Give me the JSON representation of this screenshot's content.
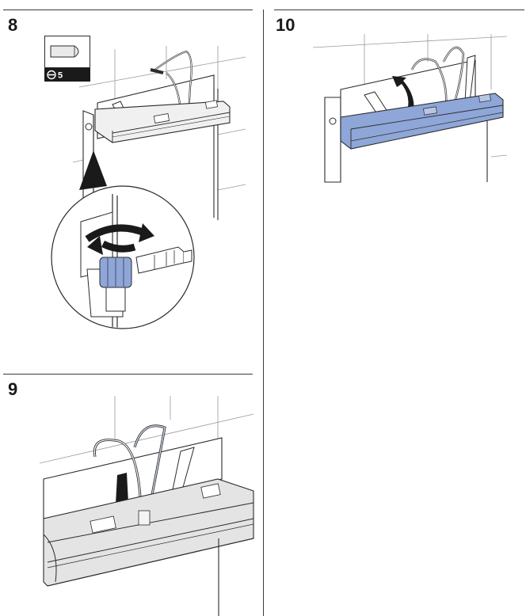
{
  "steps": [
    {
      "number": "8"
    },
    {
      "number": "9"
    },
    {
      "number": "10"
    }
  ],
  "tool": {
    "size_label": "5",
    "icon": "flat-screwdriver-icon"
  },
  "colors": {
    "highlight_blue": "#8ea6d8",
    "line": "#2b2b2b",
    "tile_line": "#9a9a9a",
    "shade": "#d9d9d9"
  }
}
